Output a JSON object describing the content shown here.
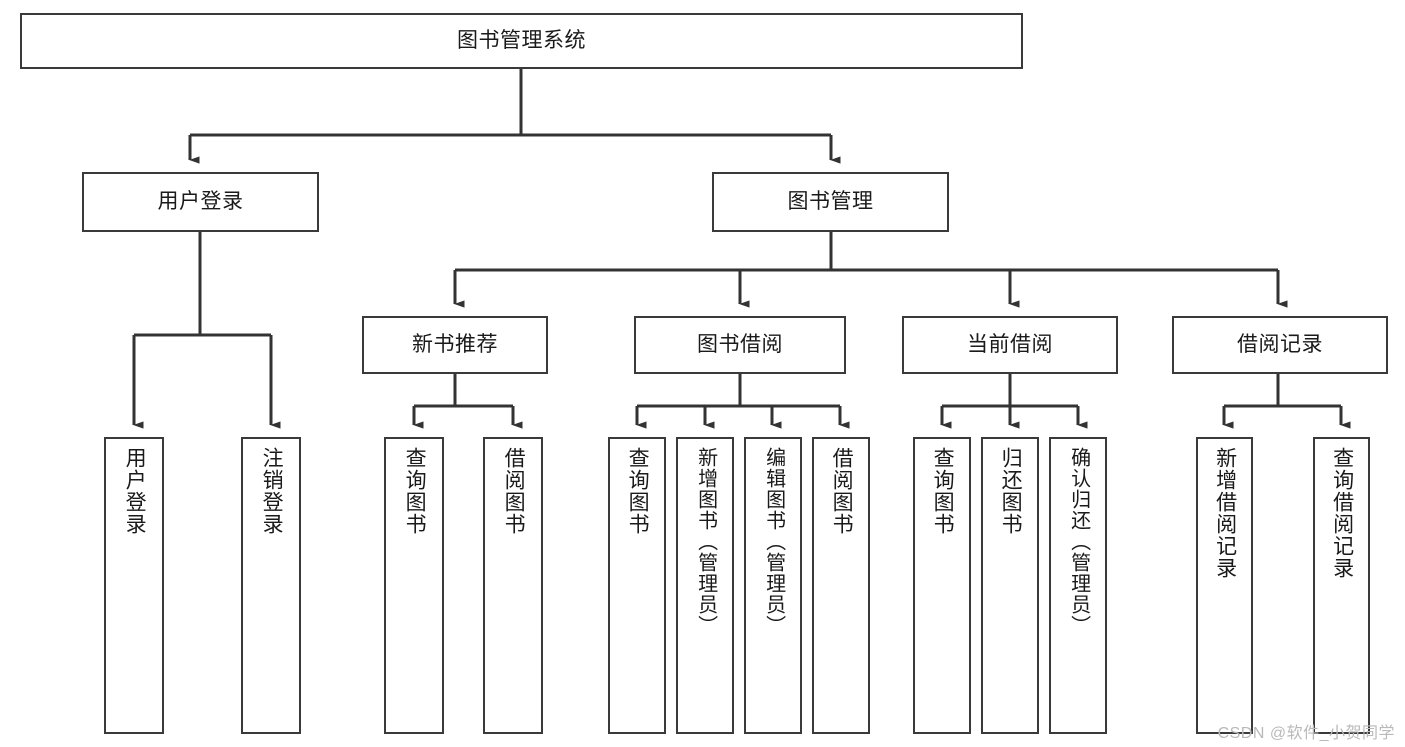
{
  "diagram": {
    "title": "图书管理系统",
    "type": "function-structure-tree",
    "colors": {
      "background": "#ffffff",
      "box_border": "#3a3a3a",
      "edge": "#333333",
      "text": "#1a1a1a",
      "watermark": "#b9b9b9"
    },
    "root": {
      "label": "图书管理系统"
    },
    "level1": [
      {
        "label": "用户登录"
      },
      {
        "label": "图书管理"
      }
    ],
    "level2": [
      {
        "label": "新书推荐",
        "parent": "图书管理"
      },
      {
        "label": "图书借阅",
        "parent": "图书管理"
      },
      {
        "label": "当前借阅",
        "parent": "图书管理"
      },
      {
        "label": "借阅记录",
        "parent": "图书管理"
      }
    ],
    "leaves": {
      "user_login": [
        {
          "label": "用户登录"
        },
        {
          "label": "注销登录"
        }
      ],
      "new_book_recommend": [
        {
          "label": "查询图书"
        },
        {
          "label": "借阅图书"
        }
      ],
      "book_borrow": [
        {
          "label": "查询图书"
        },
        {
          "label": "新增图书（管理员）"
        },
        {
          "label": "编辑图书（管理员）"
        },
        {
          "label": "借阅图书"
        }
      ],
      "current_borrow": [
        {
          "label": "查询图书"
        },
        {
          "label": "归还图书"
        },
        {
          "label": "确认归还（管理员）"
        }
      ],
      "borrow_record": [
        {
          "label": "新增借阅记录"
        },
        {
          "label": "查询借阅记录"
        }
      ]
    },
    "watermark": "CSDN @软件_小贺同学"
  }
}
